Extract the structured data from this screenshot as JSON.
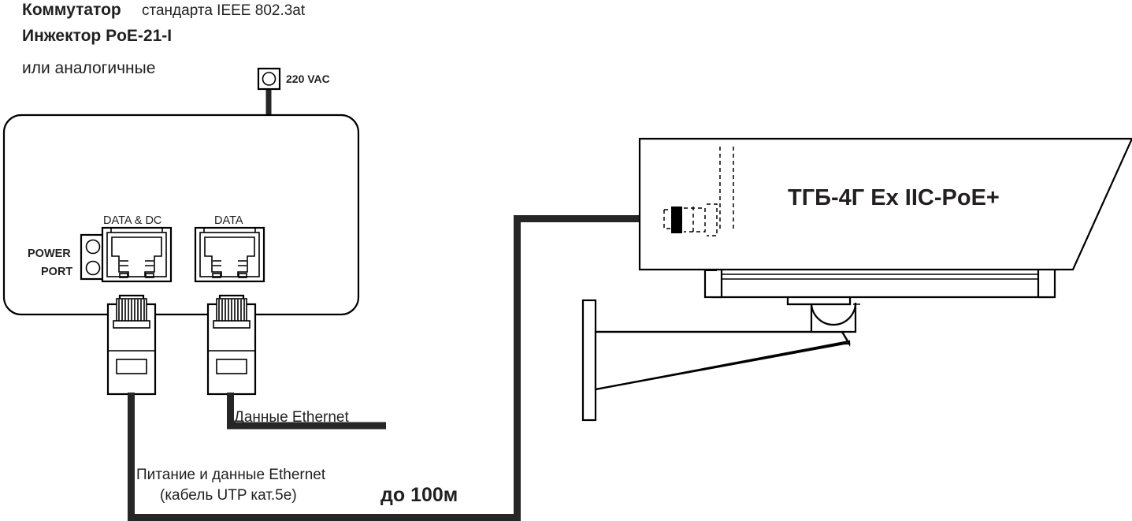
{
  "diagram": {
    "title_lines": {
      "line1_bold": "Коммутатор",
      "line1_rest": " стандарта IEEE 802.3at",
      "line2_bold": "Инжектор PoE-21-I",
      "line3": "или аналогичные"
    },
    "power_source": {
      "label": "220 VAC",
      "icon": "ac-outlet-icon"
    },
    "injector": {
      "port_labels": {
        "power": "POWER",
        "port": "PORT"
      },
      "jack_labels": {
        "left": "DATA & DC",
        "right": "DATA"
      }
    },
    "cables": {
      "data_label": "Данные Ethernet",
      "power_data_label_line1": "Питание и данные Ethernet",
      "power_data_label_line2": "(кабель UTP кат.5е)",
      "distance_label": "до 100м"
    },
    "camera": {
      "model_label": "ТГБ-4Г Ex IIC-PoE+"
    },
    "colors": {
      "line": "#000000",
      "text": "#231f20",
      "cable": "#262626",
      "background": "#ffffff"
    }
  }
}
